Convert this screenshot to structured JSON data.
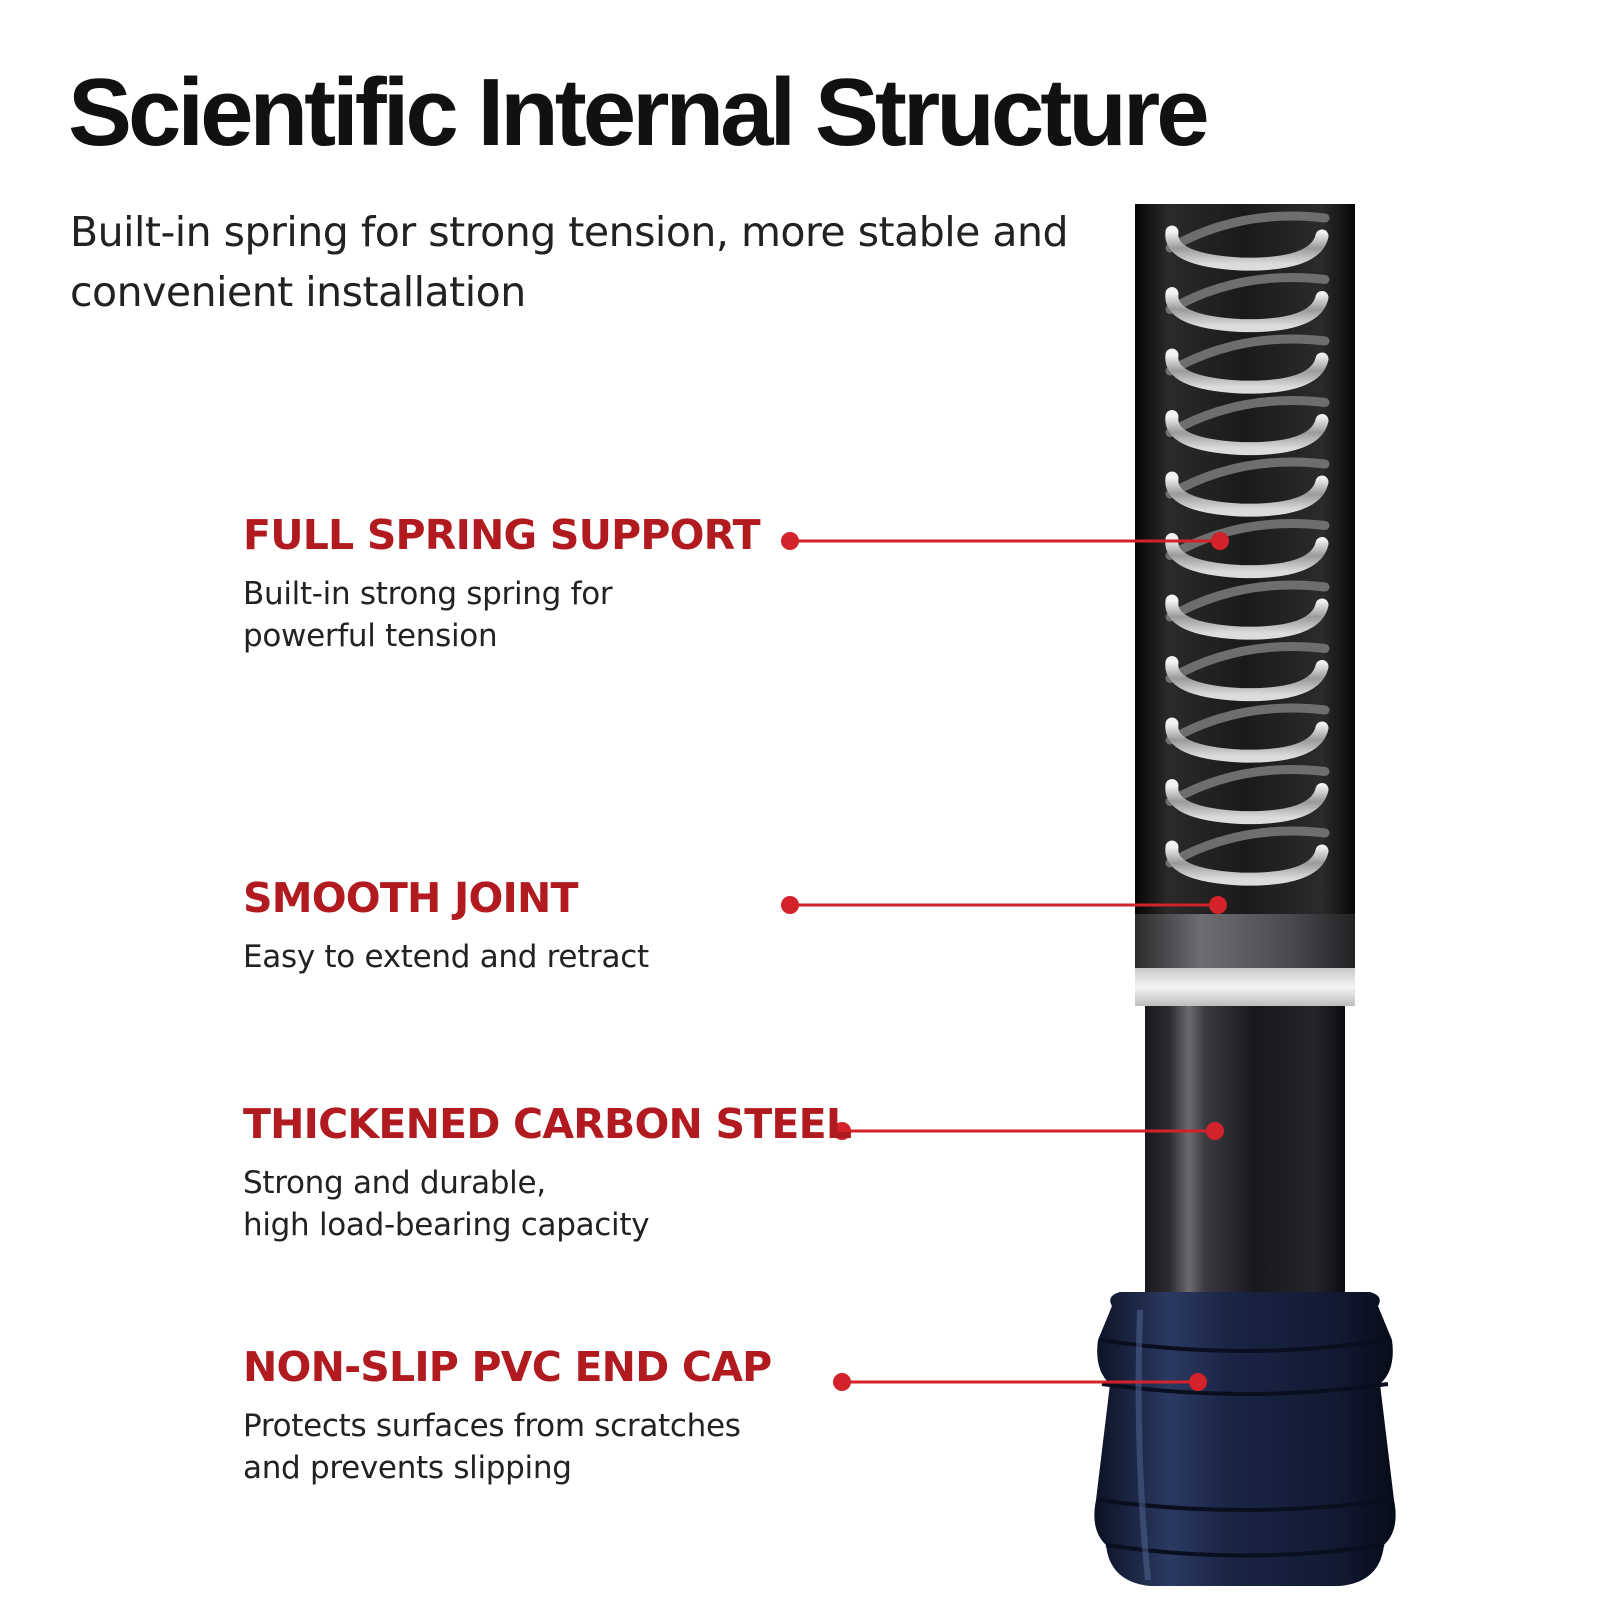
{
  "header": {
    "title": "Scientific Internal Structure",
    "subtitle_line1": "Built-in spring for strong tension, more stable and",
    "subtitle_line2": "convenient installation"
  },
  "colors": {
    "accent": "#b11a1f",
    "callout": "#d3222a",
    "tube": "#121212",
    "cap": "#16213b"
  },
  "features": [
    {
      "title": "FULL SPRING SUPPORT",
      "desc1": "Built-in strong spring for",
      "desc2": "powerful tension"
    },
    {
      "title": "SMOOTH JOINT",
      "desc1": "Easy to extend and retract",
      "desc2": ""
    },
    {
      "title": "THICKENED CARBON STEEL",
      "desc1": "Strong and durable,",
      "desc2": "high load-bearing capacity"
    },
    {
      "title": "NON-SLIP PVC END CAP",
      "desc1": "Protects surfaces from scratches",
      "desc2": "and prevents slipping"
    }
  ]
}
